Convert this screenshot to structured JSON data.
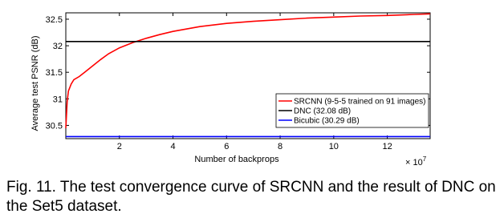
{
  "chart_data": {
    "type": "line",
    "xlabel": "Number of backprops",
    "ylabel": "Average test PSNR (dB)",
    "x_multiplier": "× 10",
    "x_multiplier_exp": "7",
    "xlim": [
      0,
      13.6
    ],
    "ylim": [
      30.25,
      32.62
    ],
    "xticks": [
      2,
      4,
      6,
      8,
      10,
      12
    ],
    "yticks": [
      30.5,
      31,
      31.5,
      32,
      32.5
    ],
    "ytick_labels": [
      "30.5",
      "31",
      "31.5",
      "32",
      "32.5"
    ],
    "grid": false,
    "legend_position": "bottom-right",
    "series": [
      {
        "name": "SRCNN (9-5-5 trained on 91 images)",
        "color": "#ff0000",
        "x": [
          0.0,
          0.05,
          0.1,
          0.2,
          0.3,
          0.5,
          0.7,
          1.0,
          1.3,
          1.6,
          2.0,
          2.5,
          3.0,
          3.5,
          4.0,
          5.0,
          6.0,
          7.0,
          8.0,
          9.0,
          10.0,
          11.0,
          12.0,
          13.0,
          13.6
        ],
        "y": [
          30.45,
          30.95,
          31.15,
          31.28,
          31.36,
          31.42,
          31.5,
          31.62,
          31.74,
          31.85,
          31.96,
          32.06,
          32.14,
          32.21,
          32.27,
          32.36,
          32.42,
          32.46,
          32.49,
          32.52,
          32.54,
          32.56,
          32.57,
          32.59,
          32.6
        ]
      },
      {
        "name": "DNC (32.08 dB)",
        "color": "#000000",
        "x": [
          0,
          13.6
        ],
        "y": [
          32.08,
          32.08
        ]
      },
      {
        "name": "Bicubic (30.29 dB)",
        "color": "#0000ff",
        "x": [
          0,
          13.6
        ],
        "y": [
          30.29,
          30.29
        ]
      }
    ]
  },
  "caption": "Fig. 11.  The test convergence curve of SRCNN and the result of DNC on the Set5 dataset."
}
